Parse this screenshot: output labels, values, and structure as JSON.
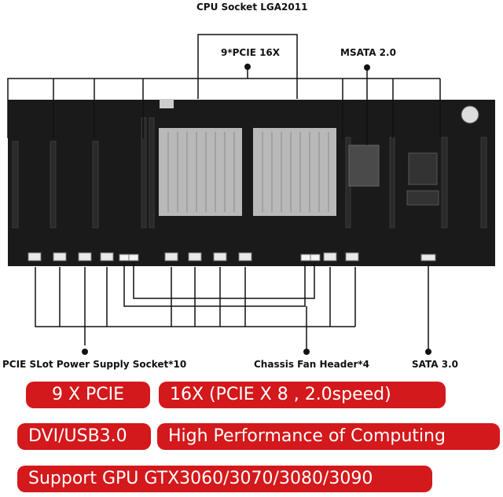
{
  "callouts": {
    "cpu_socket": "CPU Socket LGA2011",
    "pcie_16x": "9*PCIE 16X",
    "msata": "MSATA 2.0",
    "pcie_power": "PCIE SLot Power Supply Socket*10",
    "chassis_fan": "Chassis Fan Header*4",
    "sata": "SATA 3.0"
  },
  "banners": {
    "row1_left": "9 X PCIE",
    "row1_right": "16X  (PCIE X 8 , 2.0speed)",
    "row2_left": "DVI/USB3.0",
    "row2_right": "High Performance of Computing",
    "row3": "Support GPU GTX3060/3070/3080/3090"
  },
  "colors": {
    "board": "#1b1a1a",
    "heatsink": "#b9b9b9",
    "banner": "#d3191b",
    "line": "#111111"
  }
}
